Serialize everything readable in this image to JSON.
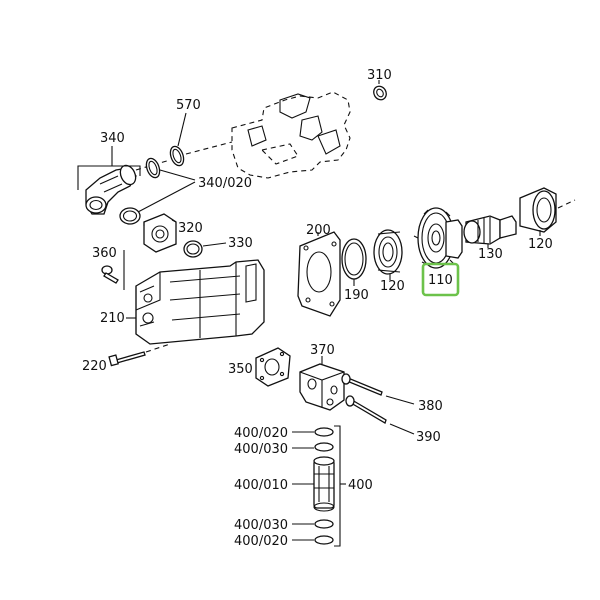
{
  "diagram": {
    "highlight_color": "#6cc24a",
    "labels": {
      "p310": "310",
      "p570": "570",
      "p340": "340",
      "p340_020": "340/020",
      "p320": "320",
      "p330": "330",
      "p360": "360",
      "p210": "210",
      "p220": "220",
      "p200": "200",
      "p190": "190",
      "p120a": "120",
      "p110": "110",
      "p130": "130",
      "p120b": "120",
      "p370": "370",
      "p350": "350",
      "p380": "380",
      "p390": "390",
      "p400": "400",
      "p400_020a": "400/020",
      "p400_030a": "400/030",
      "p400_010": "400/010",
      "p400_030b": "400/030",
      "p400_020b": "400/020"
    }
  }
}
